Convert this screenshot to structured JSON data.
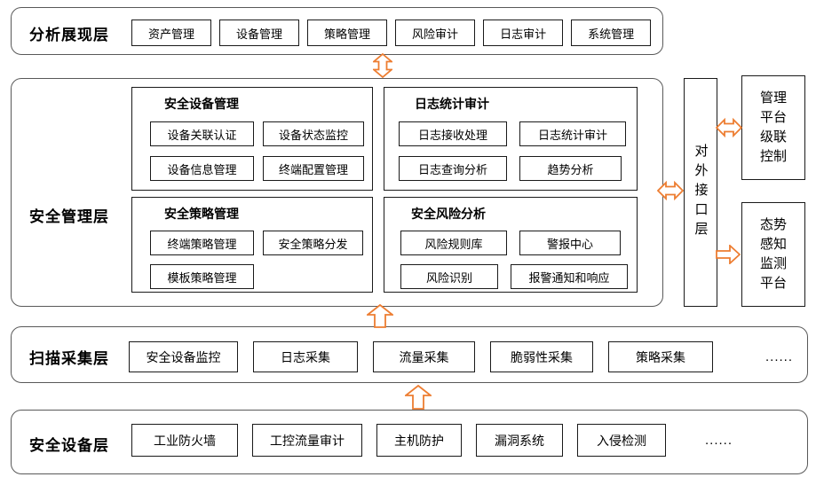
{
  "colors": {
    "arrow_accent": "#ED7D31",
    "layer_border": "#595959",
    "box_border": "#1a1a1a",
    "background": "#ffffff"
  },
  "presentation_layer": {
    "label": "分析展现层",
    "items": [
      "资产管理",
      "设备管理",
      "策略管理",
      "风险审计",
      "日志审计",
      "系统管理"
    ]
  },
  "management_layer": {
    "label": "安全管理层",
    "groups": {
      "device_mgmt": {
        "title": "安全设备管理",
        "items": [
          "设备关联认证",
          "设备状态监控",
          "设备信息管理",
          "终端配置管理"
        ]
      },
      "log_audit": {
        "title": "日志统计审计",
        "items": [
          "日志接收处理",
          "日志统计审计",
          "日志查询分析",
          "趋势分析"
        ]
      },
      "policy_mgmt": {
        "title": "安全策略管理",
        "items": [
          "终端策略管理",
          "安全策略分发",
          "模板策略管理"
        ]
      },
      "risk_analysis": {
        "title": "安全风险分析",
        "items": [
          "风险规则库",
          "警报中心",
          "风险识别",
          "报警通知和响应"
        ]
      }
    }
  },
  "interface_layer": {
    "label": "对外接口层"
  },
  "cascade_platform": {
    "label": "管理平台级联控制"
  },
  "situation_platform": {
    "label": "态势感知监测平台"
  },
  "scan_layer": {
    "label": "扫描采集层",
    "items": [
      "安全设备监控",
      "日志采集",
      "流量采集",
      "脆弱性采集",
      "策略采集"
    ],
    "ellipsis": "......"
  },
  "device_layer": {
    "label": "安全设备层",
    "items": [
      "工业防火墙",
      "工控流量审计",
      "主机防护",
      "漏洞系统",
      "入侵检测"
    ],
    "ellipsis": "......"
  }
}
